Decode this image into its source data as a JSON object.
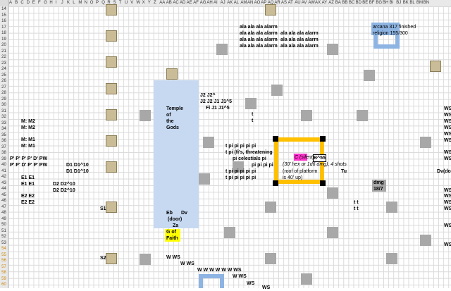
{
  "column_headers": [
    "A",
    "B",
    "C",
    "D",
    "E",
    "F",
    "G",
    "H",
    "I",
    "J",
    "K",
    "L",
    "M",
    "N",
    "O",
    "P",
    "Q",
    "R",
    "S",
    "T",
    "U",
    "V",
    "W",
    "X",
    "Y",
    "Z",
    "AA",
    "AB",
    "AC",
    "AD",
    "AE",
    "AF",
    "AG",
    "AH",
    "AI",
    "AJ",
    "AK",
    "AL",
    "AM",
    "AN",
    "AO",
    "AP",
    "AQ",
    "AR",
    "AS",
    "AT",
    "AU",
    "AV",
    "AW",
    "AX",
    "AY",
    "AZ",
    "BA",
    "BB",
    "BC",
    "BD",
    "BE",
    "BF",
    "BG",
    "BH",
    "BI",
    "BJ",
    "BK",
    "BL",
    "BM",
    "BN"
  ],
  "row_numbers": [
    "14",
    "15",
    "16",
    "17",
    "18",
    "19",
    "20",
    "21",
    "22",
    "23",
    "24",
    "25",
    "26",
    "27",
    "28",
    "29",
    "30",
    "31",
    "32",
    "33",
    "34",
    "35",
    "36",
    "37",
    "38",
    "39",
    "40",
    "41",
    "42",
    "43",
    "44",
    "45",
    "46",
    "47",
    "48",
    "49",
    "50",
    "51",
    "52",
    "53",
    "54",
    "55",
    "56",
    "57",
    "58",
    "59",
    "60"
  ],
  "alarms": {
    "row1": "ala ala ala alarm",
    "row2": "ala ala ala alarm",
    "row2b": "ala ala ala alarm",
    "row3": "ala ala ala alarm",
    "row3b": "ala ala ala alarm",
    "row4": "ala ala ala alarm",
    "row4b": "ala ala ala alarm"
  },
  "arcana": {
    "line1": "arcana 317 finished",
    "line2": "religion 155/300"
  },
  "temple": {
    "line1": "Temple",
    "line2": "of",
    "line3": "the",
    "line4": "Gods",
    "eb": "Eb",
    "dv": "Dv",
    "door": "(door)",
    "za": "Za"
  },
  "faith": {
    "line1": "G of",
    "line2": "Faith"
  },
  "j_labels": {
    "r1": "J2  J2^",
    "r2": "J2  J2  J1  J1^5",
    "r3": "Fi  J1  J1^5"
  },
  "left_labels": {
    "m1": "M: M2",
    "m2": "M: M2",
    "m3": "M: M1",
    "m4": "M: M1",
    "p1": "P' P' P' P' D' PW",
    "p2": "P' P' D' P' P' PW",
    "d1": "D1 D1^10",
    "d2": "D1 D1^10",
    "e1": "E1 E1",
    "e2": "E1 E1",
    "e3": "E2 E2",
    "e4": "E2 E2",
    "d3": "D2 D2^10",
    "d4": "D2 D2^10",
    "s1": "S1",
    "s2": "S2"
  },
  "pi_block": {
    "t1": "t",
    "t2": "t",
    "r1": "t   pi  pi  pi  pi  pi",
    "r2": "t   pi  (fi's, threatening",
    "r3": "pi  celestials    pi",
    "r4": "pi  pi  pi  pi",
    "r5": "t   pi  pi  pi  pi  pi",
    "r6": "t   pi  pi  pi  pi  pi"
  },
  "notes": {
    "ct": "C (silent)",
    "bm": "B^55",
    "shots": "(30' hex or 1d6 dmg), 4 shots",
    "roof": "(roof of platform",
    "roof2": "is 40' up)",
    "tu": "Tu",
    "dmg": "dmg",
    "dmgval": "18/7",
    "tt1": "t   t",
    "tt2": "t   t"
  },
  "ws": {
    "w1": "W WS",
    "w2": "W WS",
    "w3": "W W W W W W WS",
    "w4": "W WS",
    "w5": "WS",
    "w6": "WS"
  },
  "right_ws": [
    "WS",
    "WS",
    "WS",
    "WS",
    "WS",
    "WS",
    "WS",
    "WS",
    "Dv(do",
    "WS",
    "WS",
    "WS",
    "WS",
    "WS",
    "WS"
  ],
  "colors": {
    "tan": "#c9bc97",
    "gray": "#a8a8a8",
    "blue": "#c6d9f1",
    "orange": "#ffc000",
    "yellow": "#ffff00",
    "magenta": "#ff33cc"
  }
}
